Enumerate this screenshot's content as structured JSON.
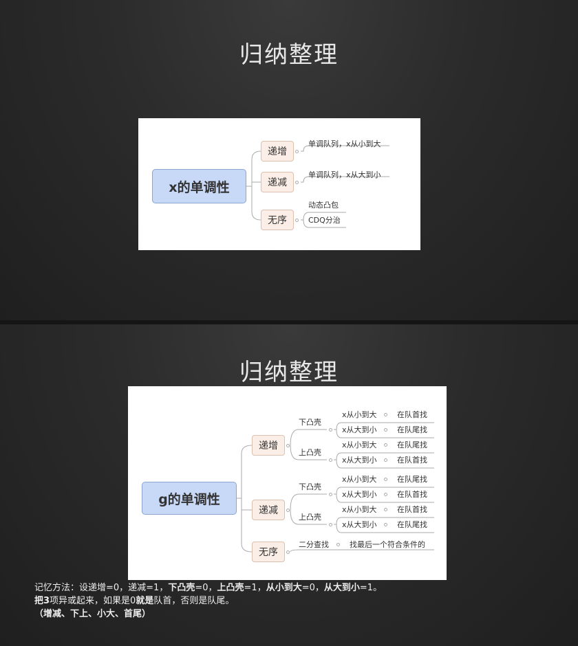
{
  "slide1": {
    "title": "归纳整理",
    "root": "x的单调性",
    "nodes": [
      "递增",
      "递减",
      "无序"
    ],
    "leaves": [
      "单调队列，x从小到大",
      "单调队列，x从大到小",
      "动态凸包",
      "CDQ分治"
    ]
  },
  "slide2": {
    "title": "归纳整理",
    "root": "g的单调性",
    "nodes": [
      "递增",
      "递减",
      "无序"
    ],
    "hull": [
      "下凸壳",
      "上凸壳",
      "下凸壳",
      "上凸壳"
    ],
    "pairs": [
      [
        "x从小到大",
        "在队首找"
      ],
      [
        "x从大到小",
        "在队尾找"
      ],
      [
        "x从小到大",
        "在队尾找"
      ],
      [
        "x从大到小",
        "在队首找"
      ],
      [
        "x从小到大",
        "在队尾找"
      ],
      [
        "x从大到小",
        "在队首找"
      ],
      [
        "x从小到大",
        "在队首找"
      ],
      [
        "x从大到小",
        "在队尾找"
      ]
    ],
    "unordered": [
      "二分查找",
      "找最后一个符合条件的"
    ],
    "note": {
      "l1a": "记忆方法：设递增=0，递减=1，",
      "l1b": "下凸壳",
      "l1c": "=0，",
      "l1d": "上凸壳",
      "l1e": "=1，",
      "l1f": "从小到大",
      "l1g": "=0，",
      "l1h": "从大到小",
      "l1i": "=1。",
      "l2a": "把3",
      "l2b": "项异或起来，如果是0",
      "l2c": "就是",
      "l2d": "队首，否则是队尾。",
      "l3": "（增减、下上、小大、首尾）"
    }
  }
}
